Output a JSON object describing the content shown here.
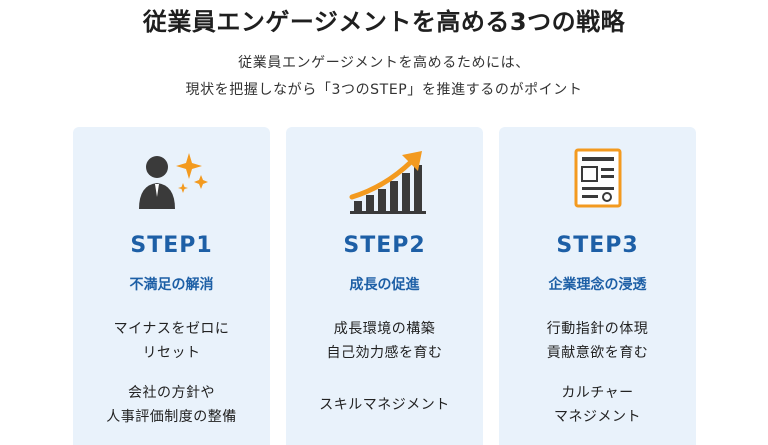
{
  "title": "従業員エンゲージメントを高める3つの戦略",
  "subtitle": {
    "line1": "従業員エンゲージメントを高めるためには、",
    "line2": "現状を把握しながら「3つのSTEP」を推進するのがポイント"
  },
  "colors": {
    "card_bg": "#e9f2fb",
    "accent_blue": "#1d5fa6",
    "accent_orange": "#f39a1f",
    "icon_dark": "#3a3a3a"
  },
  "cards": [
    {
      "icon": "person-sparkle-icon",
      "step": "STEP1",
      "theme": "不満足の解消",
      "items": [
        {
          "lines": [
            "マイナスをゼロに",
            "リセット"
          ]
        },
        {
          "lines": [
            "会社の方針や",
            "人事評価制度の整備"
          ]
        }
      ]
    },
    {
      "icon": "growth-chart-icon",
      "step": "STEP2",
      "theme": "成長の促進",
      "items": [
        {
          "lines": [
            "成長環境の構築",
            "自己効力感を育む"
          ]
        },
        {
          "lines": [
            "スキルマネジメント"
          ]
        }
      ]
    },
    {
      "icon": "document-icon",
      "step": "STEP3",
      "theme": "企業理念の浸透",
      "items": [
        {
          "lines": [
            "行動指針の体現",
            "貢献意欲を育む"
          ]
        },
        {
          "lines": [
            "カルチャー",
            "マネジメント"
          ]
        }
      ]
    }
  ]
}
